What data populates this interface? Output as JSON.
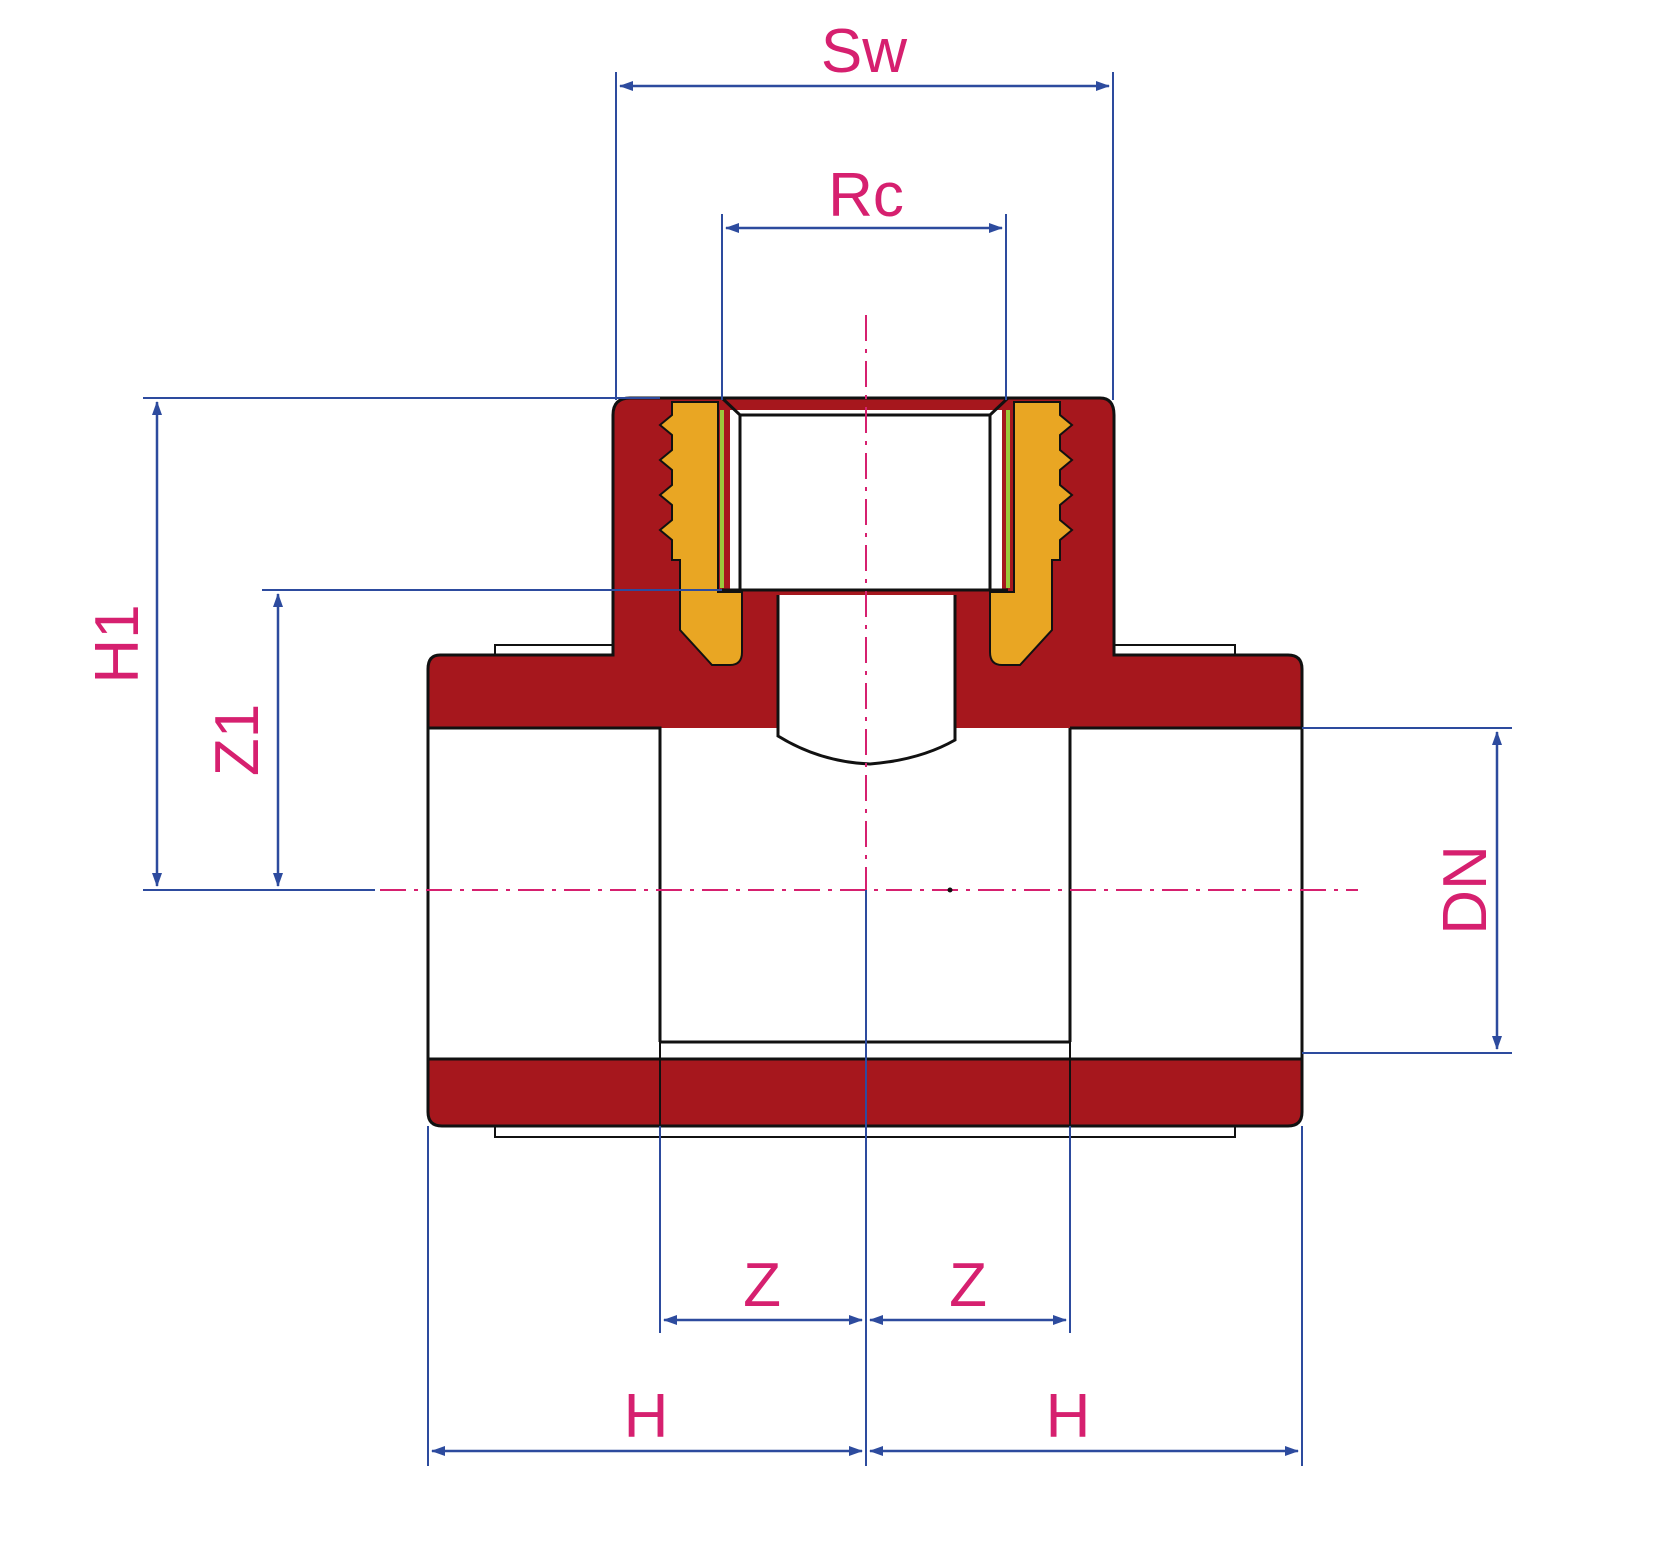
{
  "diagram": {
    "colors": {
      "body": "#a6171d",
      "insert": "#e9a623",
      "seal": "#9cc83c",
      "dimension_line": "#2d4b9e",
      "label": "#d6206f",
      "centerline": "#d6206f",
      "outline": "#111111"
    },
    "labels": {
      "sw": "Sw",
      "rc": "Rc",
      "h1": "H1",
      "z1": "Z1",
      "dn": "DN",
      "z_left": "Z",
      "z_right": "Z",
      "h_left": "H",
      "h_right": "H"
    }
  }
}
